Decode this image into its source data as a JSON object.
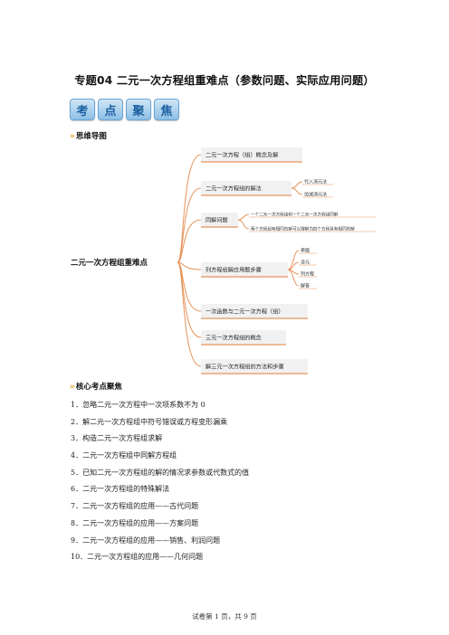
{
  "title": "专题04  二元一次方程组重难点（参数问题、实际应用问题）",
  "badges": [
    "考",
    "点",
    "聚",
    "焦"
  ],
  "section1": "思维导图",
  "section2": "核心考点聚焦",
  "mindmap": {
    "root": "二元一次方程组重难点",
    "branches": [
      {
        "label": "二元一次方程（组）概念及解",
        "children": []
      },
      {
        "label": "二元一次方程组的解法",
        "children": [
          "代入消元法",
          "加减消元法"
        ]
      },
      {
        "label": "同解问题",
        "children": [
          "一个二元一次方程组和一个二元一次方程组同解",
          "两个方程组有相同的解可以理解为四个方程具有相同的解"
        ]
      },
      {
        "label": "列方程组解应用题步骤",
        "children": [
          "审题",
          "设元",
          "列方程",
          "解答"
        ]
      },
      {
        "label": "一次函数与二元一次方程（组）",
        "children": []
      },
      {
        "label": "三元一次方程组的概念",
        "children": []
      },
      {
        "label": "解三元一次方程组的方法和步骤",
        "children": []
      }
    ]
  },
  "points": [
    "1．忽略二元一次方程中一次项系数不为 0",
    "2．解二元一次方程组中符号错误或方程变形漏乘",
    "3．构造二元一次方程组求解",
    "4．二元一次方程组中同解方程组",
    "5．已知二元一次方程组的解的情况求参数或代数式的值",
    "6．二元一次方程组的特殊解法",
    "7．二元一次方程组的应用——古代问题",
    "8．二元一次方程组的应用——方案问题",
    "9．二元一次方程组的应用——销售、利润问题",
    "10．二元一次方程组的应用——几何问题"
  ],
  "footer": "试卷第 1 页，共 9 页",
  "colors": {
    "branch": "#e6935a",
    "box": "#f1f1f1",
    "badge": "#1c5fa0",
    "chevron": "#e0a02a"
  }
}
